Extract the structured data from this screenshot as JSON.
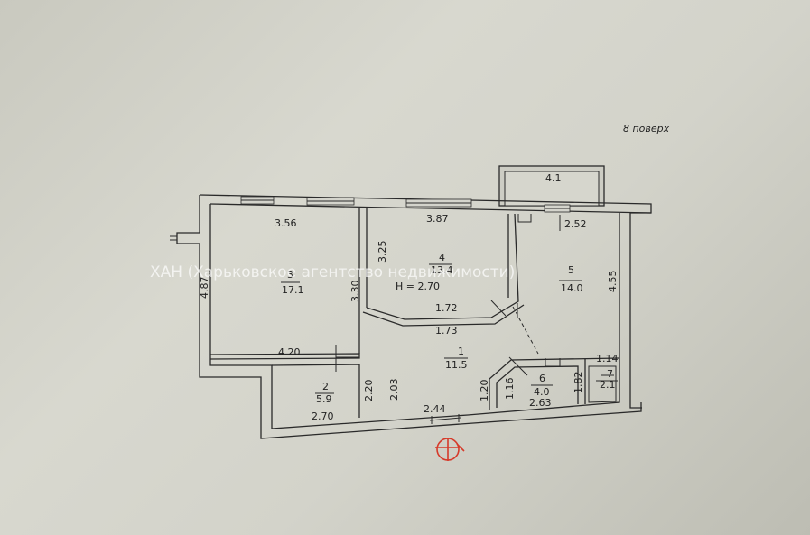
{
  "floor_label": "8 поверх",
  "watermark": "ХАН (Харьковское агентство недвижимости)",
  "ceiling_height": "H = 2.70",
  "rooms": [
    {
      "number": "1",
      "area": "11.5"
    },
    {
      "number": "2",
      "area": "5.9"
    },
    {
      "number": "3",
      "area": "17.1"
    },
    {
      "number": "4",
      "area": "13.4"
    },
    {
      "number": "5",
      "area": "14.0"
    },
    {
      "number": "6",
      "area": "4.0"
    },
    {
      "number": "7",
      "area": "2.1"
    }
  ],
  "balcony_area": "4.1",
  "dimensions": {
    "room3_width": "3.56",
    "room3_height": "4.87",
    "room3_right": "3.30",
    "room4_width": "3.87",
    "room4_left": "3.25",
    "room4_bay": "1.72",
    "hall_width": "1.73",
    "room5_width": "2.52",
    "room5_height": "4.55",
    "bottom_left": "4.20",
    "room2_height": "2.20",
    "room2_width": "2.70",
    "hall_height": "2.03",
    "entrance_width": "2.44",
    "hall_right": "1.20",
    "room6_left": "1.16",
    "room6_width": "2.63",
    "room7_height": "1.82",
    "room7_width": "1.14"
  },
  "colors": {
    "paper": "#d3d3ca",
    "lines": "#2a2a2a",
    "annotation": "#d63a2a",
    "watermark": "#ffffff"
  }
}
